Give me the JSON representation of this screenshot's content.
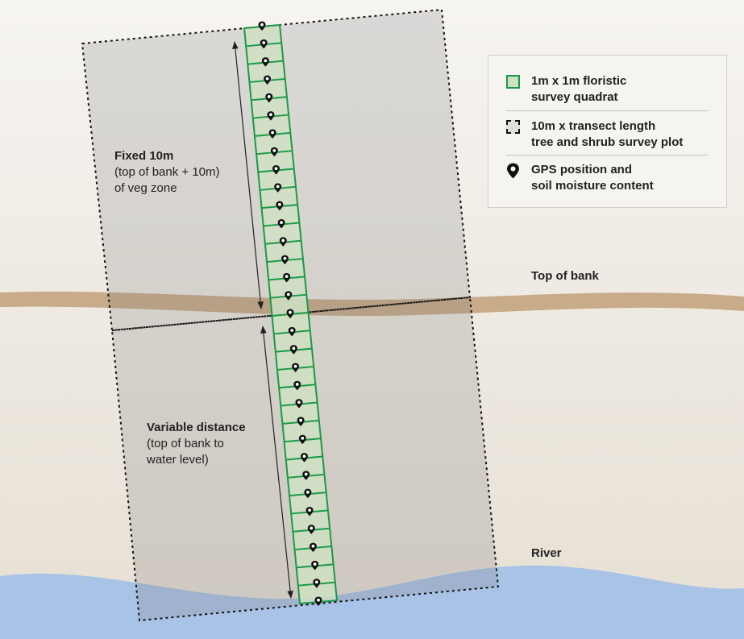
{
  "labels": {
    "fixed_title": "Fixed 10m",
    "fixed_sub1": "(top of bank + 10m)",
    "fixed_sub2": "of veg zone",
    "variable_title": "Variable distance",
    "variable_sub1": "(top of bank to",
    "variable_sub2": "water level)",
    "top_of_bank": "Top of bank",
    "river": "River"
  },
  "legend": {
    "quadrat_line1": "1m x 1m floristic",
    "quadrat_line2": "survey quadrat",
    "plot_line1": "10m x transect length",
    "plot_line2": "tree and shrub survey plot",
    "pin_line1": "GPS position and",
    "pin_line2": "soil moisture content"
  },
  "colors": {
    "background": "#f3f0ea",
    "bank": "#c8ab88",
    "river": "#a9c3e6",
    "plot_fill": "#c9c9c9",
    "quadrat_fill": "#cfe0c3",
    "quadrat_stroke": "#1a9a46",
    "pin": "#111111"
  },
  "icons": {
    "gps_pin": "map-pin-icon",
    "quadrat": "green-square-icon",
    "plot": "dashed-square-icon"
  },
  "quadrat_count": 32
}
